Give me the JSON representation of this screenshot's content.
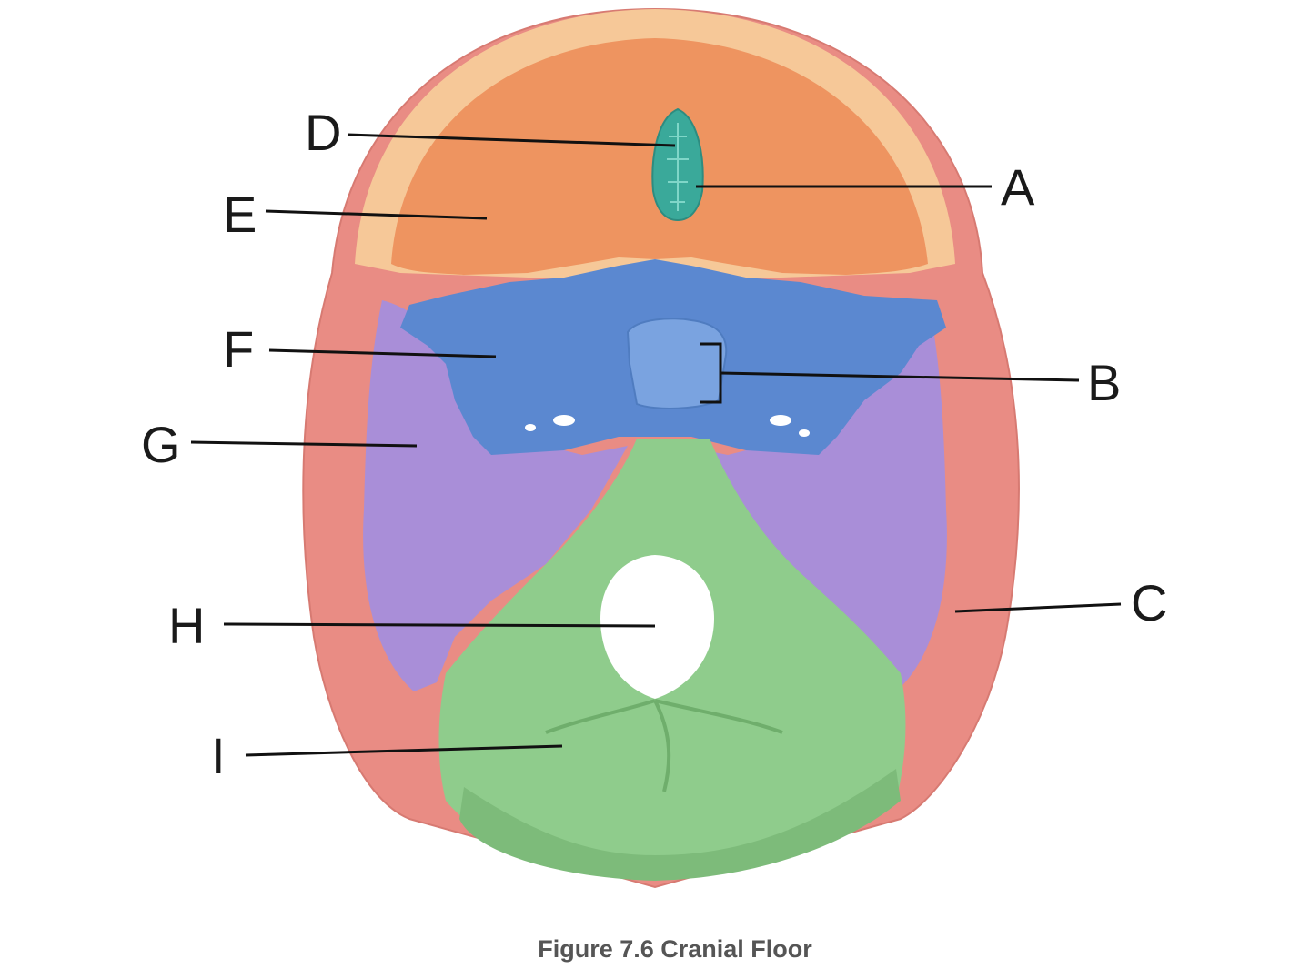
{
  "figure": {
    "caption": "Figure 7.6 Cranial Floor",
    "colors": {
      "frontal": "#ee9460",
      "frontal_rim": "#f6c898",
      "ethmoid": "#3aa99a",
      "sphenoid": "#5b88d0",
      "temporal": "#a98ed8",
      "parietal": "#e98c84",
      "occipital": "#8fcc8c",
      "occipital_rim": "#7dbb7a"
    },
    "labels": {
      "A": "A",
      "B": "B",
      "C": "C",
      "D": "D",
      "E": "E",
      "F": "F",
      "G": "G",
      "H": "H",
      "I": "I"
    }
  }
}
